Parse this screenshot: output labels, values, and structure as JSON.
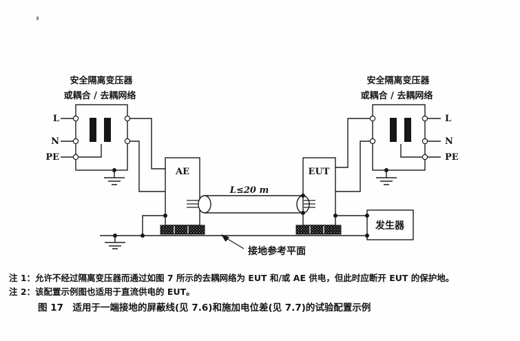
{
  "diagram": {
    "transformer_left": {
      "title_line1": "安全隔离变压器",
      "title_line2": "或耦合 / 去耦网络",
      "terminal_l": "L",
      "terminal_n": "N",
      "terminal_pe": "PE"
    },
    "transformer_right": {
      "title_line1": "安全隔离变压器",
      "title_line2": "或耦合 / 去耦网络",
      "terminal_l": "L",
      "terminal_n": "N",
      "terminal_pe": "PE"
    },
    "ae_box": {
      "label": "AE"
    },
    "eut_box": {
      "label": "EUT"
    },
    "generator_box": {
      "label": "发生器"
    },
    "cable": {
      "length_label": "L≤20 m"
    },
    "ground_plane": {
      "label": "接地参考平面"
    },
    "ink_color": "#1b1b1b"
  },
  "notes": {
    "note1": "注 1：允许不经过隔离变压器而通过如图 7 所示的去耦网络为 EUT 和/或 AE 供电，但此时应断开 EUT 的保护地。",
    "note2": "注 2：该配置示例图也适用于直流供电的 EUT。"
  },
  "caption": "图 17　适用于一端接地的屏蔽线(见 7.6)和施加电位差(见 7.7)的试验配置示例"
}
